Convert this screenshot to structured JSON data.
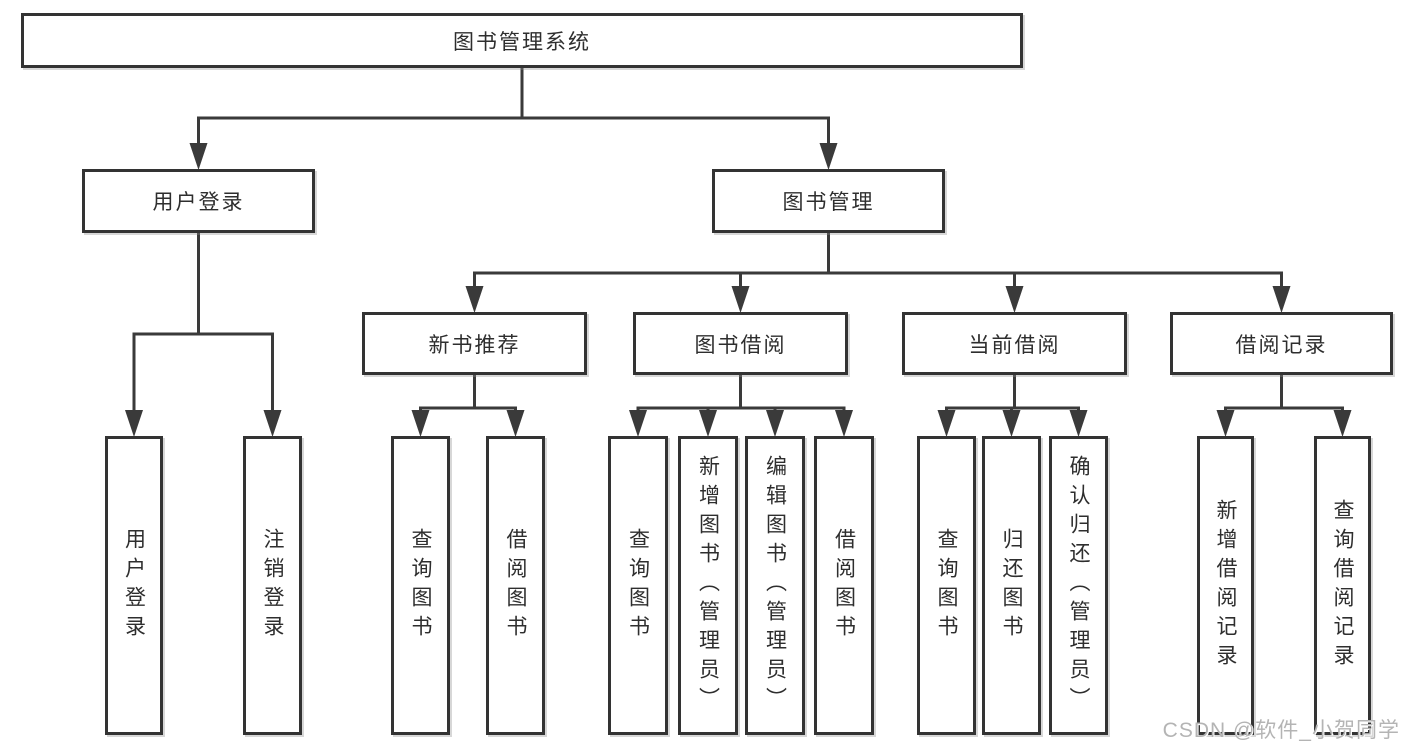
{
  "title": {
    "root": "图书管理系统"
  },
  "level2": {
    "user_login": "用户登录",
    "book_management": "图书管理"
  },
  "level3": {
    "new_book_recommend": "新书推荐",
    "book_borrow": "图书借阅",
    "current_borrow": "当前借阅",
    "borrow_records": "借阅记录"
  },
  "leaves": {
    "user_login": [
      "用户登录",
      "注销登录"
    ],
    "new_book_recommend": [
      "查询图书",
      "借阅图书"
    ],
    "book_borrow": [
      "查询图书",
      "新增图书（管理员）",
      "编辑图书（管理员）",
      "借阅图书"
    ],
    "current_borrow": [
      "查询图书",
      "归还图书",
      "确认归还（管理员）"
    ],
    "borrow_records": [
      "新增借阅记录",
      "查询借阅记录"
    ]
  },
  "watermark": {
    "text": "CSDN @软件_小贺同学"
  },
  "colors": {
    "line": "#3a3a3a",
    "box_border": "#333333",
    "text": "#2e2e2e",
    "watermark": "#b4b4b4",
    "background": "#ffffff"
  }
}
